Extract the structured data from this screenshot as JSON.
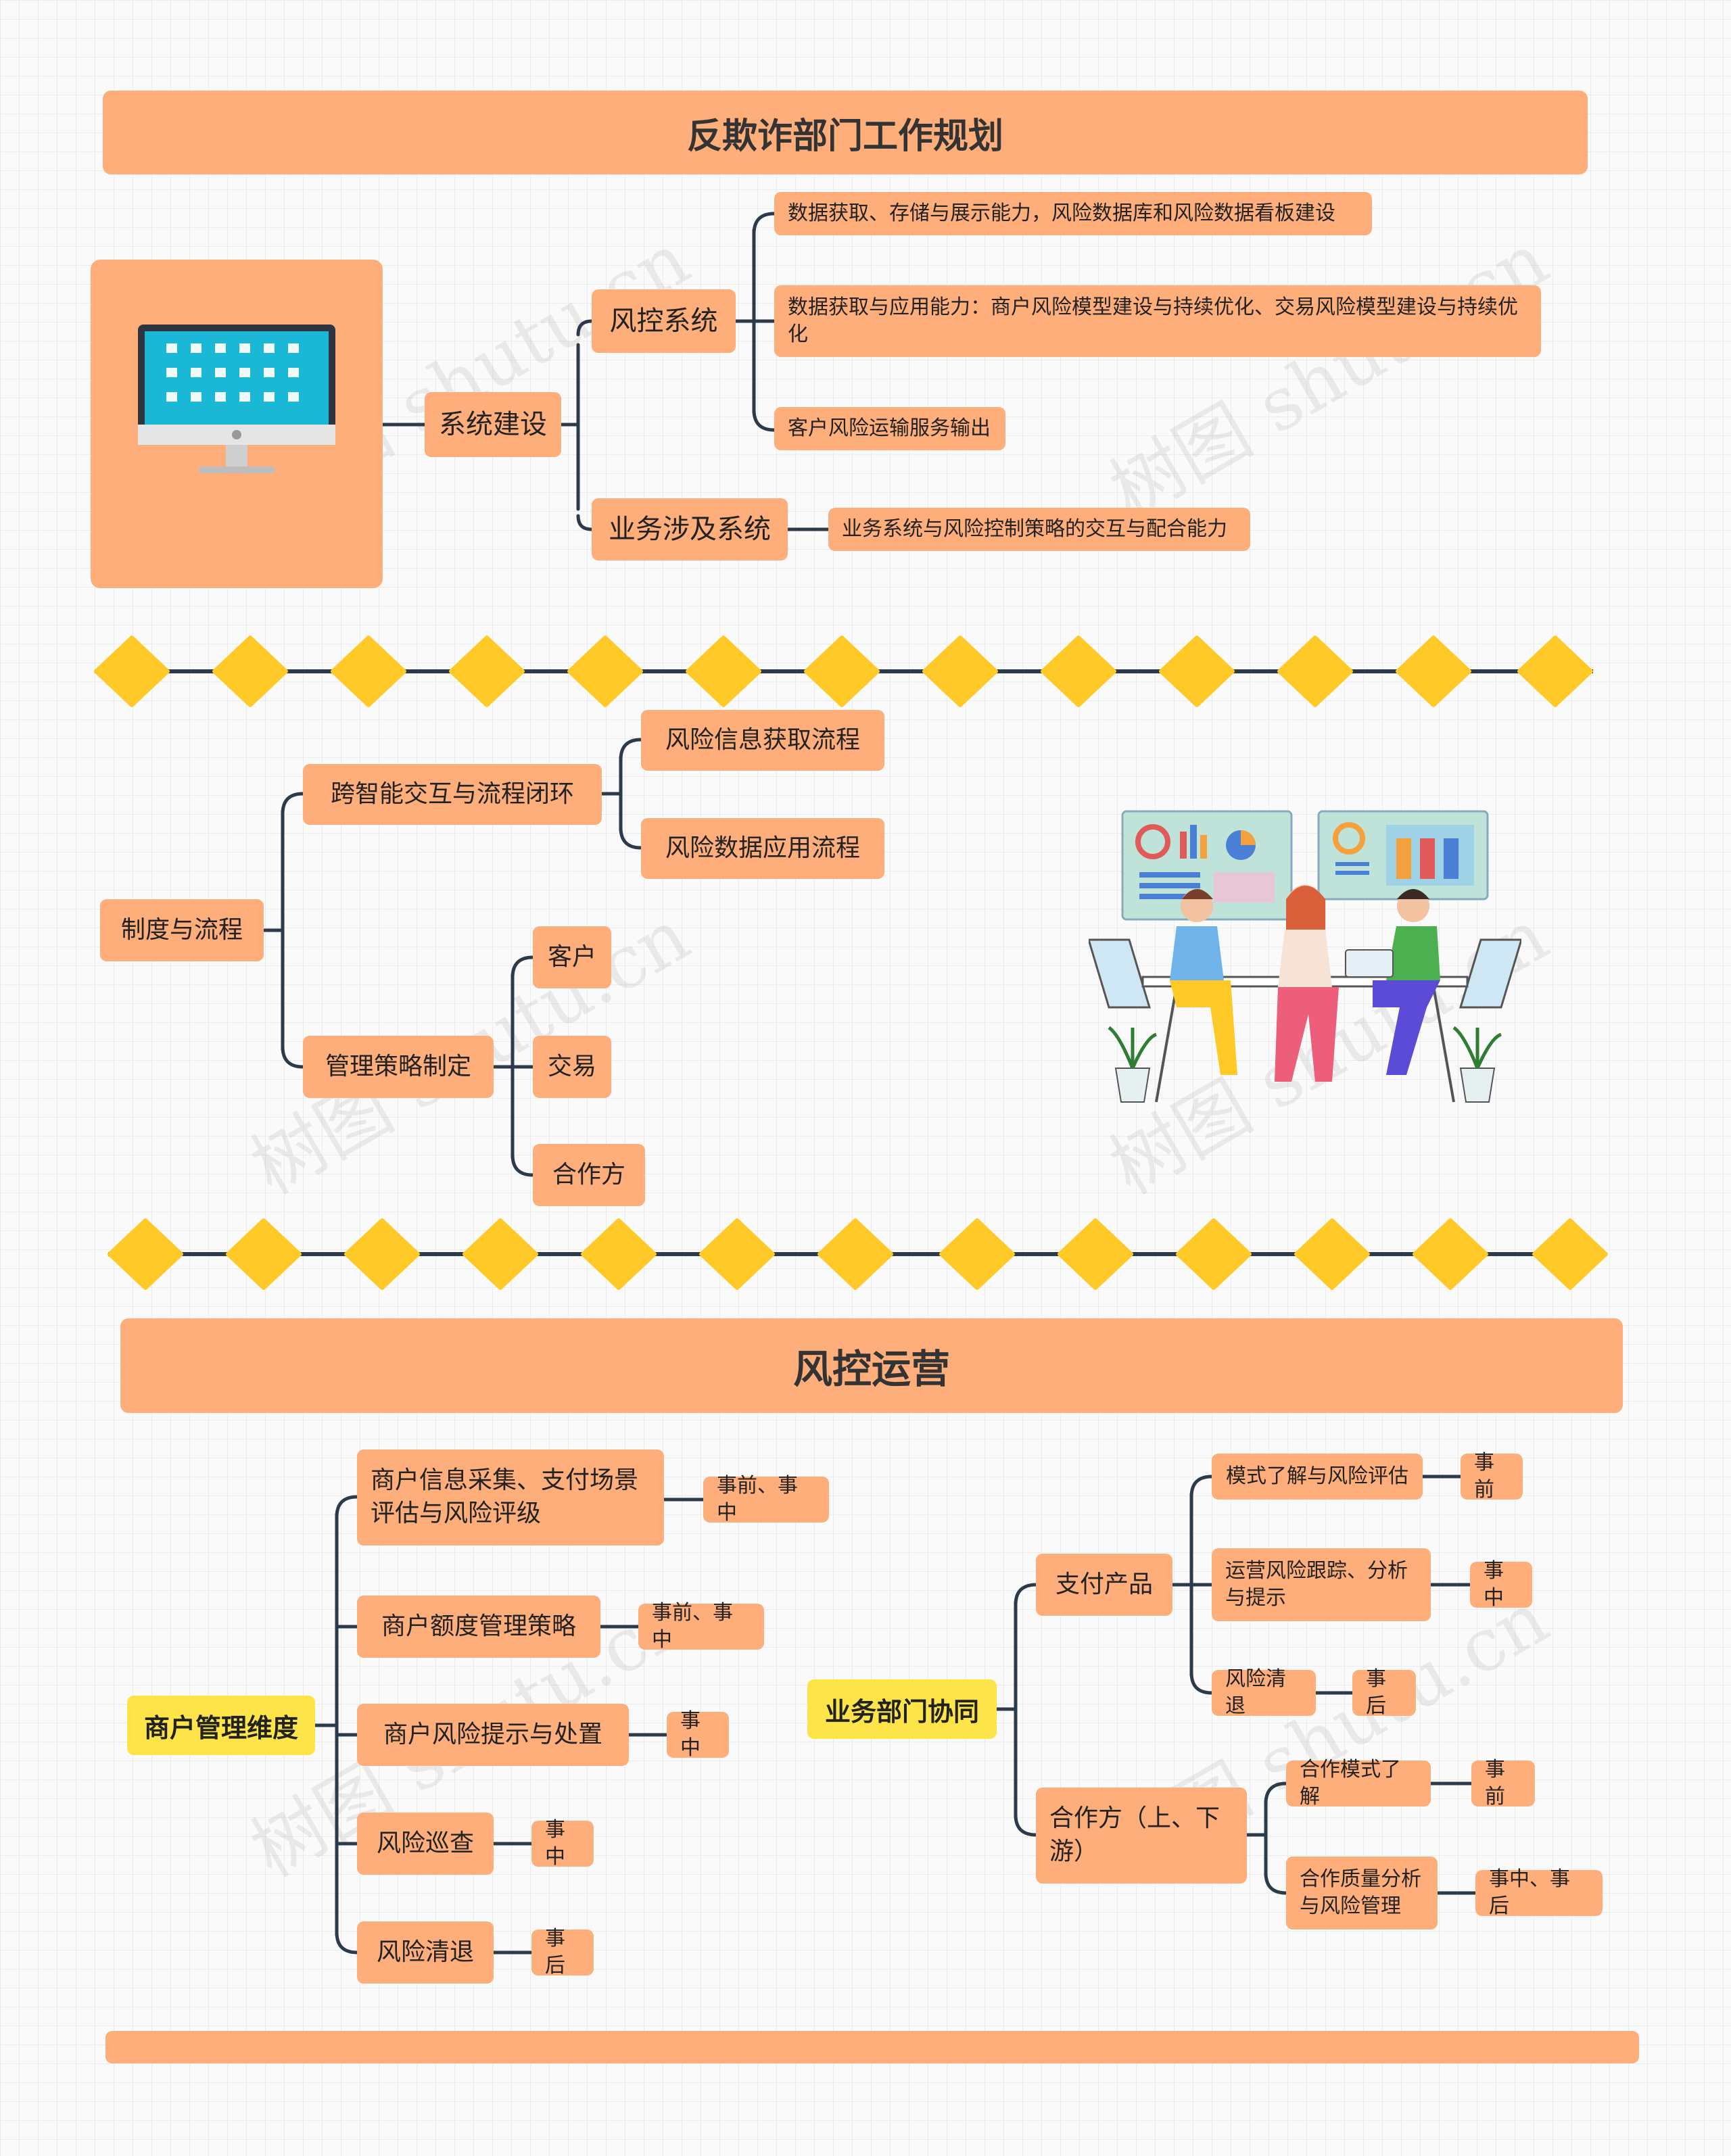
{
  "title1": "反欺诈部门工作规划",
  "sys": {
    "root": "系统建设",
    "riskctl": "风控系统",
    "risk_items": [
      "数据获取、存储与展示能力，风险数据库和风险数据看板建设",
      "数据获取与应用能力：商户风险模型建设与持续优化、交易风险模型建设与持续优化",
      "客户风险运输服务输出"
    ],
    "biz": "业务涉及系统",
    "biz_item": "业务系统与风险控制策略的交互与配合能力"
  },
  "proc": {
    "root": "制度与流程",
    "cross": "跨智能交互与流程闭环",
    "cross_items": [
      "风险信息获取流程",
      "风险数据应用流程"
    ],
    "mgmt": "管理策略制定",
    "mgmt_items": [
      "客户",
      "交易",
      "合作方"
    ]
  },
  "title2": "风控运营",
  "merchant": {
    "root": "商户管理维度",
    "items": [
      {
        "label": "商户信息采集、支付场景评估与风险评级",
        "tag": "事前、事中"
      },
      {
        "label": "商户额度管理策略",
        "tag": "事前、事中"
      },
      {
        "label": "商户风险提示与处置",
        "tag": "事中"
      },
      {
        "label": "风险巡查",
        "tag": "事中"
      },
      {
        "label": "风险清退",
        "tag": "事后"
      }
    ]
  },
  "bizcoop": {
    "root": "业务部门协同",
    "pay": "支付产品",
    "pay_items": [
      {
        "label": "模式了解与风险评估",
        "tag": "事前"
      },
      {
        "label": "运营风险跟踪、分析与提示",
        "tag": "事中"
      },
      {
        "label": "风险清退",
        "tag": "事后"
      }
    ],
    "partner": "合作方（上、下游）",
    "partner_items": [
      {
        "label": "合作模式了解",
        "tag": "事前"
      },
      {
        "label": "合作质量分析与风险管理",
        "tag": "事中、事后"
      }
    ]
  },
  "watermark": "树图 shutu.cn",
  "colors": {
    "node": "#fdae7b",
    "root_highlight": "#fde449",
    "diamond": "#ffc928",
    "line": "#2d3a4a"
  }
}
